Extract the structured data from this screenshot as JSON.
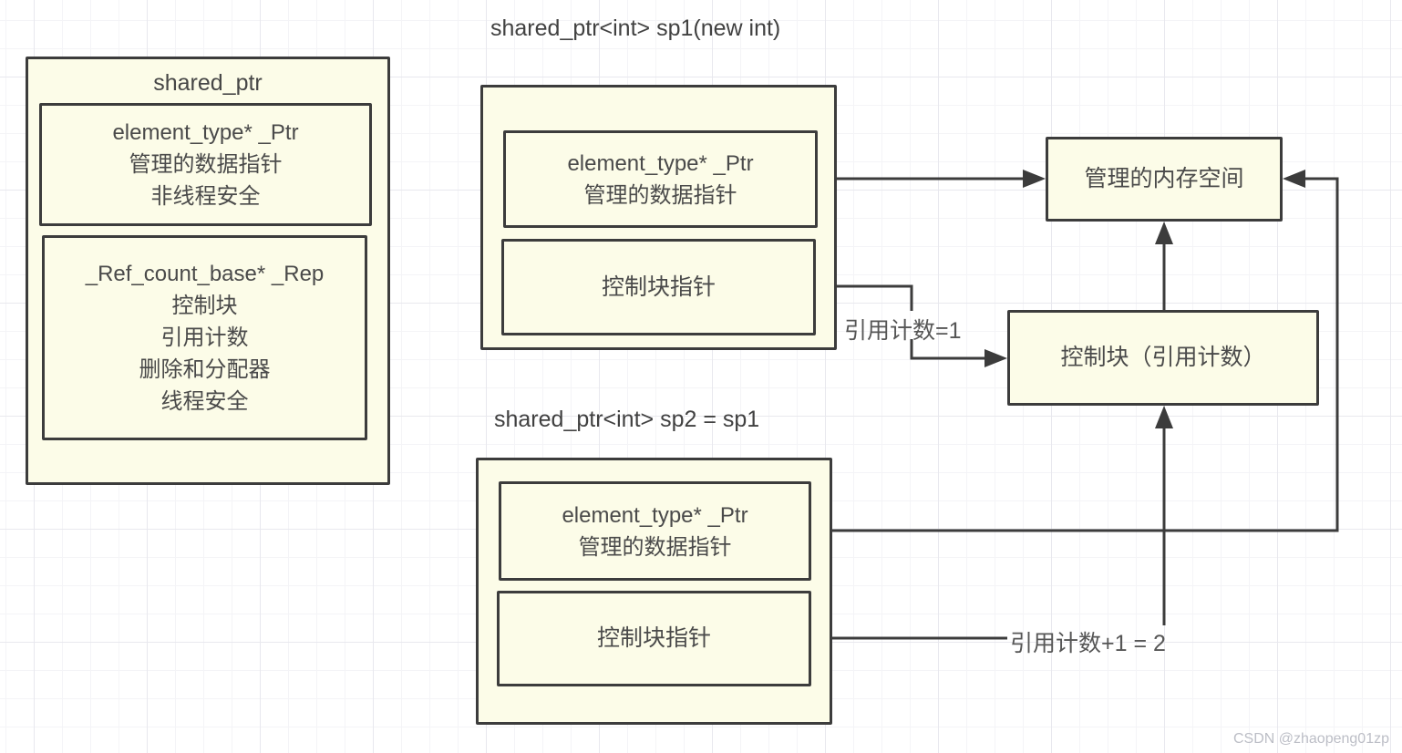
{
  "diagram": {
    "left": {
      "title": "shared_ptr",
      "ptr": [
        "element_type* _Ptr",
        "管理的数据指针",
        "非线程安全"
      ],
      "rep": [
        "_Ref_count_base* _Rep",
        "控制块",
        "引用计数",
        "删除和分配器",
        "线程安全"
      ]
    },
    "sp1": {
      "title": "shared_ptr<int> sp1(new int)",
      "ptr": [
        "element_type* _Ptr",
        "管理的数据指针"
      ],
      "ctrl": "控制块指针"
    },
    "sp2": {
      "title": "shared_ptr<int> sp2 = sp1",
      "ptr": [
        "element_type* _Ptr",
        "管理的数据指针"
      ],
      "ctrl": "控制块指针"
    },
    "memory": {
      "label": "管理的内存空间"
    },
    "control": {
      "label": "控制块（引用计数）"
    },
    "annotations": {
      "ref_count_sp1": "引用计数=1",
      "ref_count_sp2": "引用计数+1 = 2"
    },
    "watermark": "CSDN @zhaopeng01zp",
    "colors": {
      "box_fill": "#fcfce8",
      "stroke": "#3c3c3c",
      "text": "#4a4a4a",
      "annotation_text": "#565656",
      "grid_minor": "#f4f4f7",
      "grid_major": "#e8e8ee",
      "watermark": "#bcbec6"
    }
  }
}
